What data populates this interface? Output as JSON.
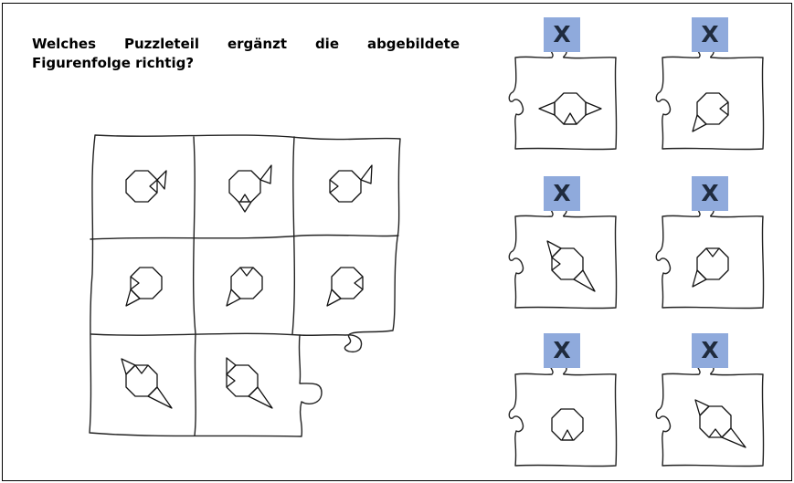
{
  "question": "Welches Puzzleteil ergänzt die abgebildete Figurenfolge richtig?",
  "options": [
    {
      "button_label": "X",
      "figure": "octagon-three-triangles"
    },
    {
      "button_label": "X",
      "figure": "octagon-notch-right-corner-bottom-left"
    },
    {
      "button_label": "X",
      "figure": "octagon-notch-left-corner-bottom-right"
    },
    {
      "button_label": "X",
      "figure": "octagon-notch-top-corner-bottom-left"
    },
    {
      "button_label": "X",
      "figure": "octagon-corner-bottom-inside"
    },
    {
      "button_label": "X",
      "figure": "octagon-notch-bottom-corner-top-left"
    }
  ],
  "colors": {
    "button_bg": "#8faadc",
    "button_text": "#1f2b3e",
    "line": "#222222"
  }
}
